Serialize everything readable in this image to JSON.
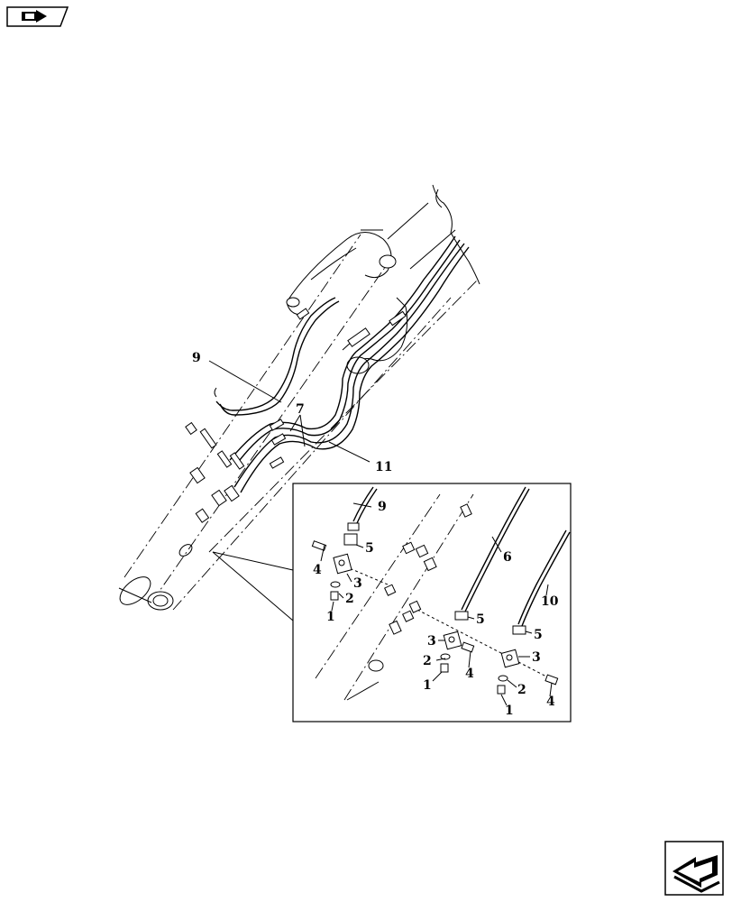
{
  "callouts": {
    "main": {
      "c9": "9",
      "c7": "7",
      "c11": "11"
    },
    "detail": {
      "c9": "9",
      "c5a": "5",
      "c4a": "4",
      "c3a": "3",
      "c2a": "2",
      "c1a": "1",
      "c6": "6",
      "c5b": "5",
      "c3b": "3",
      "c2b": "2",
      "c4b": "4",
      "c1b": "1",
      "c10": "10",
      "c5c": "5",
      "c3c": "3",
      "c2c": "2",
      "c1c": "1",
      "c4c": "4"
    }
  },
  "icons": {
    "top_left": "page-back-icon",
    "bottom_right": "next-page-arrow-icon"
  }
}
